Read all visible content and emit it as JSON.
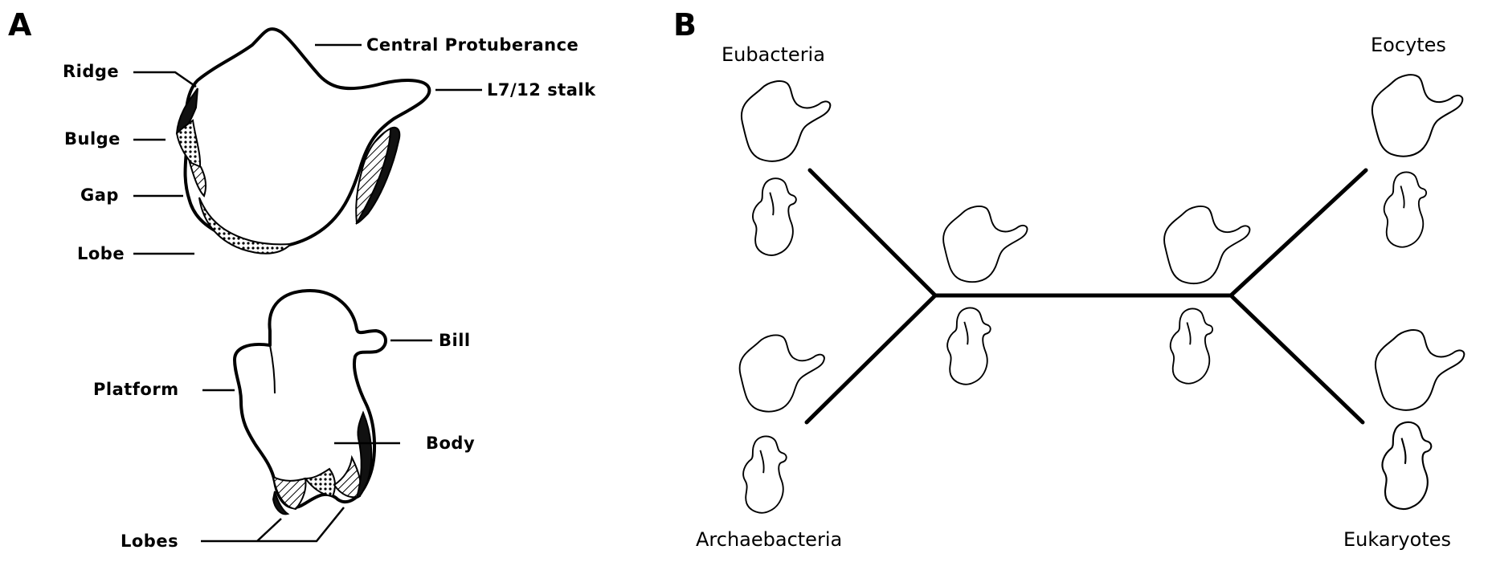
{
  "panel_a": {
    "letter": "A",
    "labels": {
      "central_protuberance": "Central  Protuberance",
      "l7_12_stalk": "L7/12 stalk",
      "ridge": "Ridge",
      "bulge": "Bulge",
      "gap": "Gap",
      "lobe": "Lobe",
      "bill": "Bill",
      "platform": "Platform",
      "body": "Body",
      "lobes": "Lobes"
    }
  },
  "panel_b": {
    "letter": "B",
    "groups": {
      "eubacteria": "Eubacteria",
      "eocytes": "Eocytes",
      "archaebacteria": "Archaebacteria",
      "eukaryotes": "Eukaryotes"
    }
  }
}
